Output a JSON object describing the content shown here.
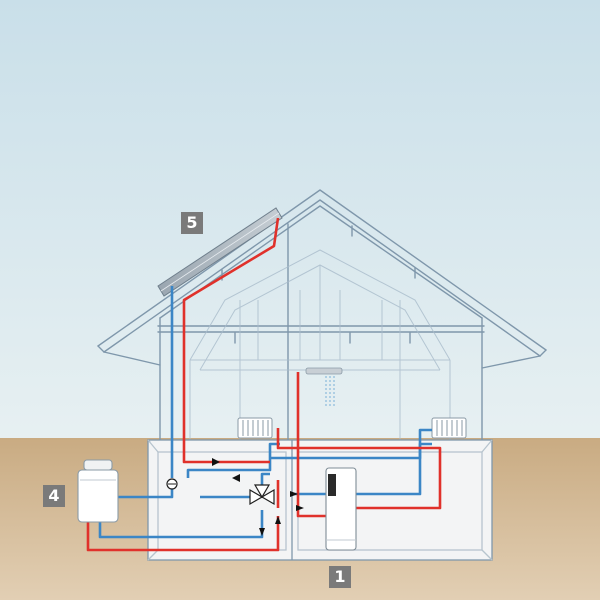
{
  "colors": {
    "sky_top": "#c9dfe9",
    "sky_bottom": "#e7f0f2",
    "ground": "#c9ab82",
    "house_line": "#7f97ab",
    "flow_pipe": "#e0312b",
    "return_pipe": "#3b86c6",
    "callout_bg": "#7a7a7a",
    "callout_text": "#ffffff"
  },
  "callouts": [
    {
      "id": "5",
      "label": "5",
      "component": "solar-collector"
    },
    {
      "id": "4",
      "label": "4",
      "component": "outdoor-heat-pump-unit"
    },
    {
      "id": "1",
      "label": "1",
      "component": "indoor-storage-cylinder-unit"
    }
  ],
  "icons": [
    "solar-panel-icon",
    "heat-pump-icon",
    "radiator-icon",
    "shower-head-icon",
    "storage-cylinder-icon",
    "mixing-valve-icon",
    "pump-icon",
    "flow-arrow-icon"
  ]
}
